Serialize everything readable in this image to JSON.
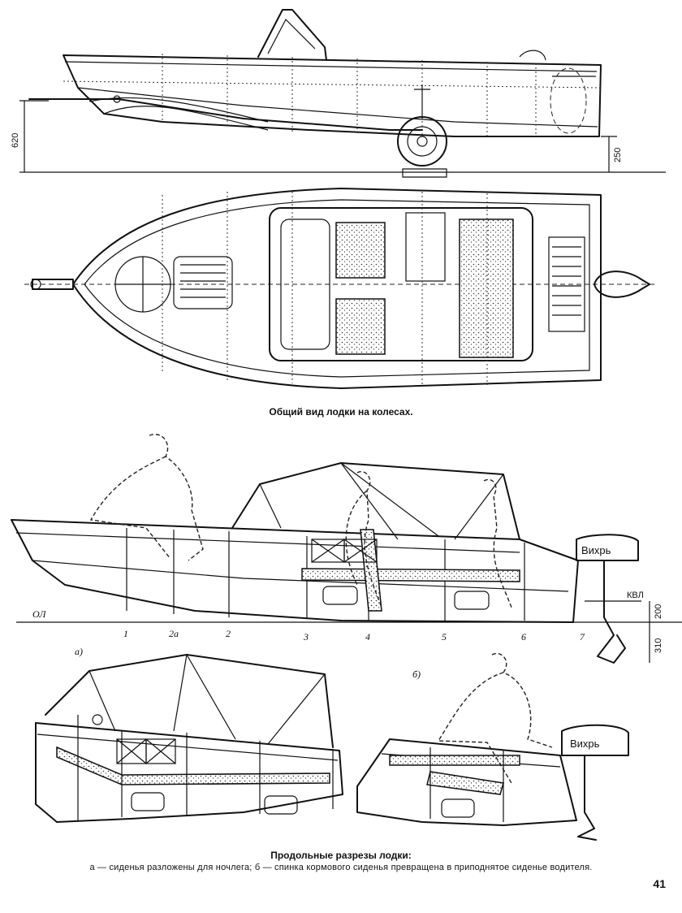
{
  "captions": {
    "general_view": "Общий вид лодки на колесах.",
    "sections_title": "Продольные разрезы лодки:",
    "sections_legend": "а — сиденья разложены для ночлега; б — спинка кормового сиденья превращена в приподнятое сиденье водителя."
  },
  "dimensions": {
    "height_620": "620",
    "height_250": "250",
    "height_200": "200",
    "height_310": "310"
  },
  "labels": {
    "baseline": "ОЛ",
    "waterline": "КВЛ",
    "motor_brand": "Вихрь",
    "view_a": "а)",
    "view_b": "б)"
  },
  "frames": [
    "1",
    "2а",
    "2",
    "3",
    "4",
    "5",
    "6",
    "7"
  ],
  "page_number": "41"
}
